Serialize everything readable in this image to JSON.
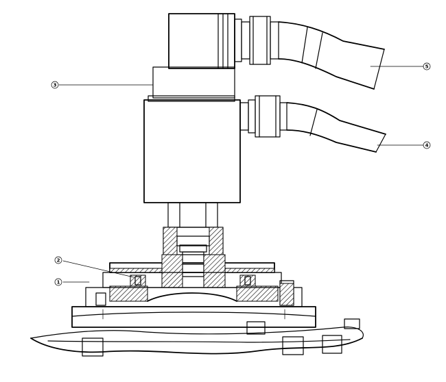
{
  "callouts": [
    {
      "id": "c1",
      "label": "1"
    },
    {
      "id": "c2",
      "label": "2"
    },
    {
      "id": "c3",
      "label": "3"
    },
    {
      "id": "c4",
      "label": "4"
    },
    {
      "id": "c5",
      "label": "5"
    }
  ],
  "colors": {
    "line": "#000000",
    "background": "#ffffff"
  }
}
